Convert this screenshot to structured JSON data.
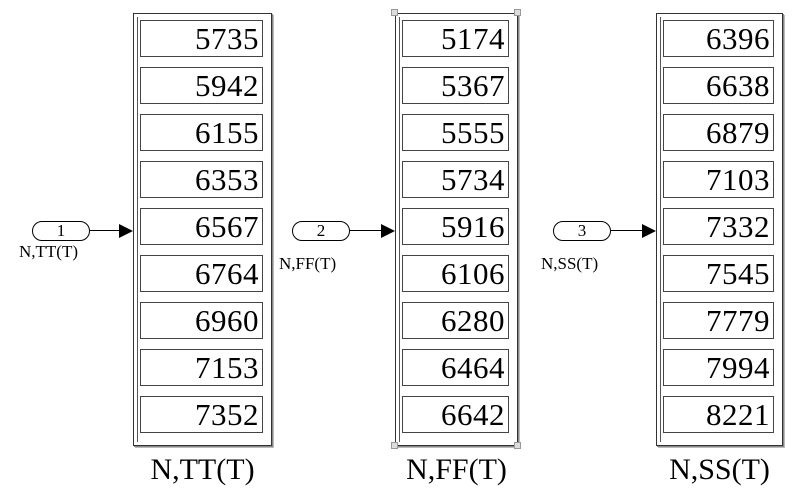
{
  "diagram": {
    "inports": [
      {
        "number": "1",
        "label": "N,TT(T)"
      },
      {
        "number": "2",
        "label": "N,FF(T)"
      },
      {
        "number": "3",
        "label": "N,SS(T)"
      }
    ],
    "displays": [
      {
        "label": "N,TT(T)",
        "values": [
          "5735",
          "5942",
          "6155",
          "6353",
          "6567",
          "6764",
          "6960",
          "7153",
          "7352"
        ],
        "selected": false
      },
      {
        "label": "N,FF(T)",
        "values": [
          "5174",
          "5367",
          "5555",
          "5734",
          "5916",
          "6106",
          "6280",
          "6464",
          "6642"
        ],
        "selected": true
      },
      {
        "label": "N,SS(T)",
        "values": [
          "6396",
          "6638",
          "6879",
          "7103",
          "7332",
          "7545",
          "7779",
          "7994",
          "8221"
        ],
        "selected": false
      }
    ]
  }
}
